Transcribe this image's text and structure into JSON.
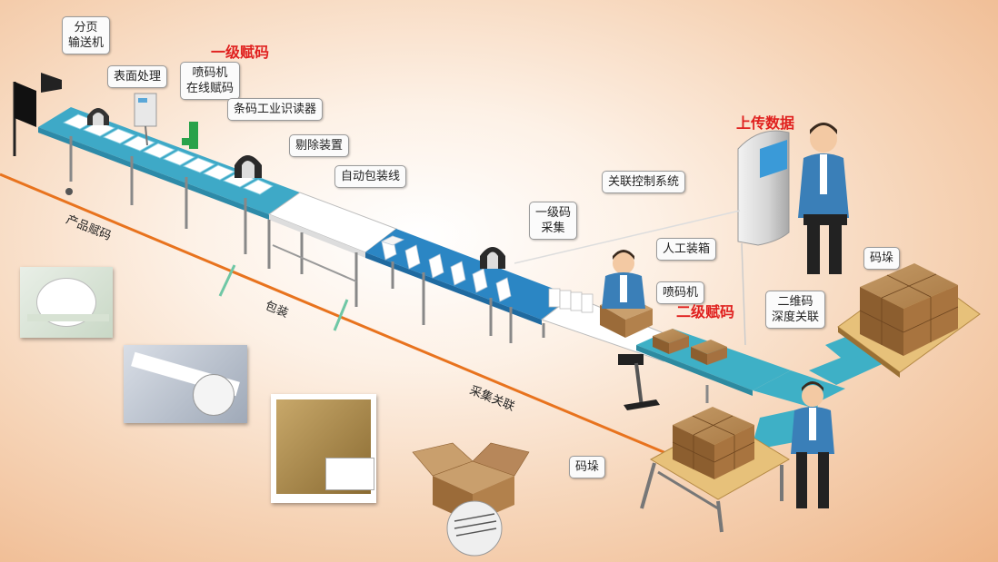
{
  "callouts": {
    "page_conveyor": "分页\n输送机",
    "surface_treatment": "表面处理",
    "inkjet_online": "喷码机\n在线赋码",
    "barcode_reader": "条码工业识读器",
    "reject_device": "剔除装置",
    "auto_packaging_line": "自动包装线",
    "association_control_system": "关联控制系统",
    "primary_code_capture": "一级码\n采集",
    "manual_boxing": "人工装箱",
    "inkjet_printer": "喷码机",
    "qr_deep_association": "二维码\n深度关联",
    "pallet_stack_right": "码垛",
    "pallet_stack_bottom": "码垛"
  },
  "highlights": {
    "primary_coding": "一级赋码",
    "upload_data": "上传数据",
    "secondary_coding": "二级赋码"
  },
  "stages": {
    "product_coding": "产品赋码",
    "packaging": "包装",
    "capture_association": "采集关联"
  },
  "colors": {
    "highlight_red": "#e0201e",
    "stage_line_orange": "#e8731e",
    "conveyor_blue": "#2b86c4",
    "conveyor_teal": "#40b4c8",
    "worker_vest": "#3a7fb8"
  }
}
